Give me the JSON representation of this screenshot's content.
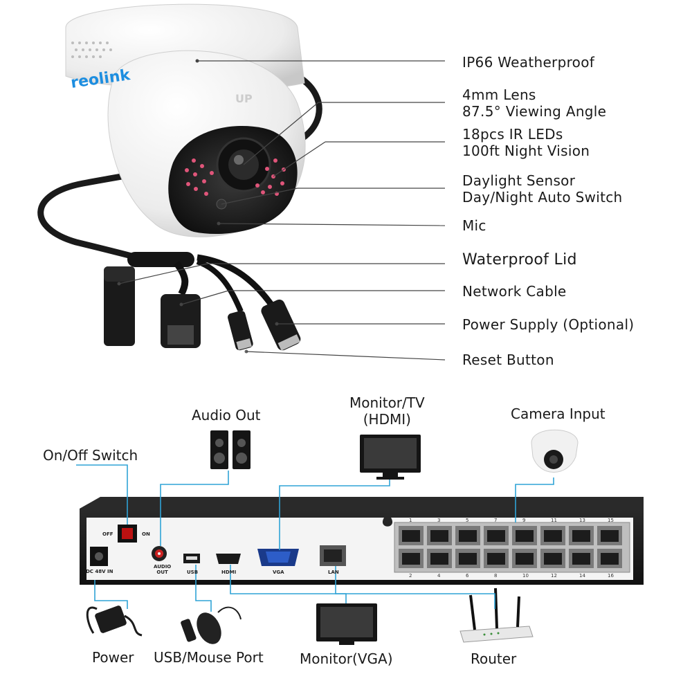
{
  "brand": "reolink",
  "camera_embossing": "UP",
  "camera_features": [
    {
      "id": "weatherproof",
      "lines": [
        "IP66 Weatherproof"
      ]
    },
    {
      "id": "lens",
      "lines": [
        "4mm Lens",
        "87.5° Viewing Angle"
      ]
    },
    {
      "id": "ir",
      "lines": [
        "18pcs IR LEDs",
        "100ft Night Vision"
      ]
    },
    {
      "id": "daylight",
      "lines": [
        "Daylight Sensor",
        "Day/Night Auto Switch"
      ]
    },
    {
      "id": "mic",
      "lines": [
        "Mic"
      ]
    },
    {
      "id": "lid",
      "lines": [
        "Waterproof Lid"
      ]
    },
    {
      "id": "network",
      "lines": [
        "Network Cable"
      ]
    },
    {
      "id": "power",
      "lines": [
        "Power Supply (Optional)"
      ]
    },
    {
      "id": "reset",
      "lines": [
        "Reset Button"
      ]
    }
  ],
  "nvr_connections": {
    "audio_out": "Audio Out",
    "monitor_tv": [
      "Monitor/TV",
      "(HDMI)"
    ],
    "camera_input": "Camera Input",
    "on_off_switch": "On/Off Switch",
    "power": "Power",
    "usb_mouse": "USB/Mouse Port",
    "monitor_vga": "Monitor(VGA)",
    "router": "Router"
  },
  "nvr_panel_text": {
    "off": "OFF",
    "on": "ON",
    "dc": "DC 48V IN",
    "audio": [
      "AUDIO",
      "OUT"
    ],
    "usb": "USB",
    "hdmi": "HDMI",
    "vga": "VGA",
    "lan": "LAN",
    "ports_top": [
      "1",
      "3",
      "5",
      "7",
      "9",
      "11",
      "13",
      "15"
    ],
    "ports_bottom": [
      "2",
      "4",
      "6",
      "8",
      "10",
      "12",
      "14",
      "16"
    ]
  },
  "colors": {
    "leader_line": "#444444",
    "connector_line": "#2fa3d6",
    "nvr_body": "#1c1c1c",
    "nvr_panel": "#f4f4f4",
    "ir_led": "#e0557a"
  }
}
